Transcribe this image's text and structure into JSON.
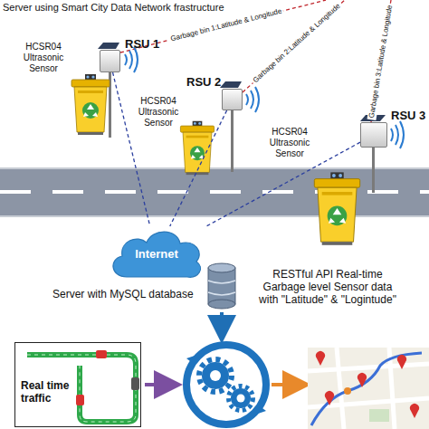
{
  "diagram": {
    "nodes": [
      {
        "text": [
          "RSU 1"
        ]
      },
      {
        "text": [
          "RSU 2"
        ]
      },
      {
        "text": [
          "RSU 3"
        ]
      },
      {
        "text": [
          "Internet"
        ]
      },
      {
        "text": [
          "Real time traffic"
        ]
      }
    ],
    "edges": [
      {
        "from": 0,
        "to": 3,
        "arrow": "none"
      },
      {
        "from": 1,
        "to": 3,
        "arrow": "none"
      },
      {
        "from": 2,
        "to": 3,
        "arrow": "none"
      }
    ],
    "labels": [
      "Server using Smart City Data Network frastructure",
      "HCSR04 Ultrasonic Sensor",
      "Garbage bin 1:Latitude & Longitude",
      "HCSR04 Ultrasonic Sensor",
      "Garbage bin 2:Latitude & Longitude",
      "HCSR04 Ultrasonic Sensor",
      "Garbage bin 3:Latitude & Longitude",
      "Server with MySQL database",
      "RESTful API Real-time Garbage level Sensor data with \"Latitude\" & \"Logintude\""
    ]
  }
}
